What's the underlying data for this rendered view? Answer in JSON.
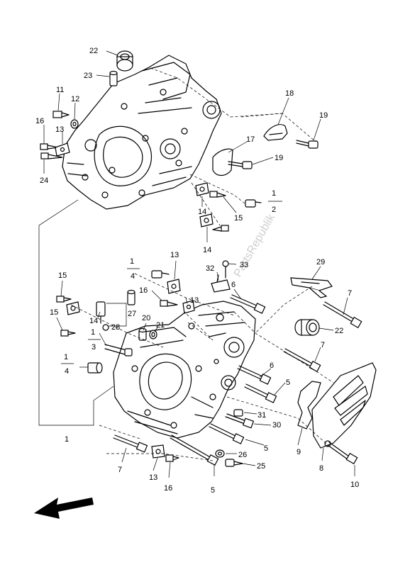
{
  "diagram": {
    "watermark": "PartsRepublik",
    "callouts": {
      "c1": "1",
      "c2": "2",
      "c3": "3",
      "c4": "4",
      "c5": "5",
      "c6": "6",
      "c7": "7",
      "c8": "8",
      "c9": "9",
      "c10": "10",
      "c11": "11",
      "c12": "12",
      "c13": "13",
      "c14": "14",
      "c15": "15",
      "c16": "16",
      "c17": "17",
      "c18": "18",
      "c19": "19",
      "c20": "20",
      "c21": "21",
      "c22": "22",
      "c23": "23",
      "c24": "24",
      "c25": "25",
      "c26": "26",
      "c27": "27",
      "c28": "28",
      "c29": "29",
      "c30": "30",
      "c31": "31",
      "c32": "32",
      "c33": "33"
    },
    "fractions": {
      "f12": {
        "num": "1",
        "den": "2"
      },
      "f14": {
        "num": "1",
        "den": "4"
      },
      "f13": {
        "num": "1",
        "den": "3"
      }
    }
  }
}
